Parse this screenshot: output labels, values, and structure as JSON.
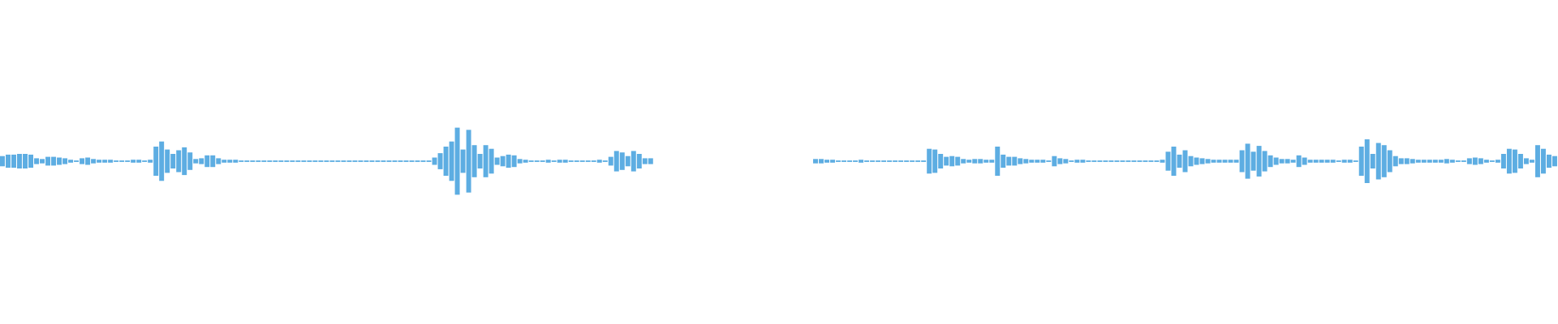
{
  "waveform": {
    "color": "#5dade2",
    "background": "#ffffff",
    "samples": [
      0.07,
      0.09,
      0.09,
      0.1,
      0.1,
      0.09,
      0.04,
      0.03,
      0.06,
      0.06,
      0.05,
      0.04,
      0.02,
      0.01,
      0.04,
      0.05,
      0.03,
      0.02,
      0.02,
      0.02,
      0.01,
      0.01,
      0.01,
      0.02,
      0.02,
      0.01,
      0.02,
      0.2,
      0.27,
      0.16,
      0.1,
      0.15,
      0.19,
      0.12,
      0.03,
      0.04,
      0.08,
      0.08,
      0.04,
      0.02,
      0.02,
      0.02,
      0.01,
      0.01,
      0.01,
      0.01,
      0.01,
      0.01,
      0.01,
      0.01,
      0.01,
      0.01,
      0.01,
      0.01,
      0.01,
      0.01,
      0.01,
      0.01,
      0.01,
      0.01,
      0.01,
      0.01,
      0.01,
      0.01,
      0.01,
      0.01,
      0.01,
      0.01,
      0.01,
      0.01,
      0.01,
      0.01,
      0.01,
      0.01,
      0.01,
      0.01,
      0.05,
      0.11,
      0.2,
      0.27,
      0.46,
      0.16,
      0.43,
      0.22,
      0.1,
      0.22,
      0.17,
      0.05,
      0.07,
      0.09,
      0.08,
      0.03,
      0.02,
      0.01,
      0.01,
      0.01,
      0.02,
      0.01,
      0.02,
      0.02,
      0.01,
      0.01,
      0.01,
      0.01,
      0.01,
      0.02,
      0.01,
      0.06,
      0.14,
      0.12,
      0.07,
      0.14,
      0.1,
      0.04,
      0.04,
      null,
      null,
      null,
      null,
      null,
      null,
      null,
      null,
      null,
      null,
      null,
      null,
      null,
      null,
      null,
      null,
      null,
      null,
      null,
      null,
      null,
      null,
      null,
      null,
      null,
      null,
      null,
      null,
      0.03,
      0.03,
      0.02,
      0.02,
      0.01,
      0.01,
      0.01,
      0.01,
      0.02,
      0.01,
      0.01,
      0.01,
      0.01,
      0.01,
      0.01,
      0.01,
      0.01,
      0.01,
      0.01,
      0.01,
      0.17,
      0.16,
      0.1,
      0.06,
      0.07,
      0.06,
      0.03,
      0.02,
      0.03,
      0.03,
      0.02,
      0.02,
      0.2,
      0.09,
      0.06,
      0.06,
      0.04,
      0.03,
      0.02,
      0.02,
      0.02,
      0.01,
      0.07,
      0.04,
      0.03,
      0.01,
      0.02,
      0.02,
      0.01,
      0.01,
      0.01,
      0.01,
      0.01,
      0.01,
      0.01,
      0.01,
      0.01,
      0.01,
      0.01,
      0.01,
      0.01,
      0.02,
      0.13,
      0.2,
      0.09,
      0.15,
      0.07,
      0.05,
      0.04,
      0.03,
      0.02,
      0.02,
      0.02,
      0.02,
      0.02,
      0.15,
      0.24,
      0.13,
      0.21,
      0.14,
      0.08,
      0.05,
      0.03,
      0.03,
      0.02,
      0.08,
      0.05,
      0.02,
      0.02,
      0.02,
      0.02,
      0.02,
      0.01,
      0.02,
      0.02,
      0.01,
      0.2,
      0.3,
      0.1,
      0.25,
      0.22,
      0.15,
      0.07,
      0.04,
      0.04,
      0.03,
      0.02,
      0.02,
      0.02,
      0.02,
      0.02,
      0.03,
      0.02,
      0.01,
      0.01,
      0.04,
      0.05,
      0.04,
      0.02,
      0.01,
      0.02,
      0.1,
      0.17,
      0.16,
      0.1,
      0.04,
      0.02,
      0.22,
      0.17,
      0.09,
      0.07
    ]
  }
}
